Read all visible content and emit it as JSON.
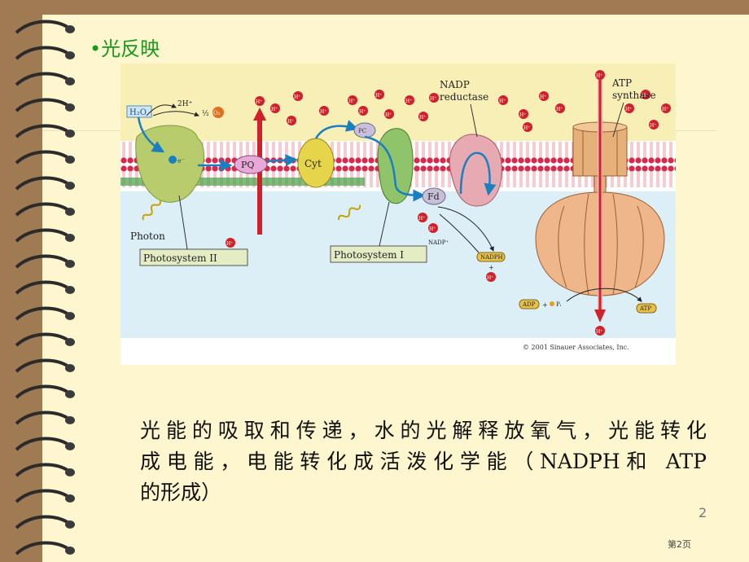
{
  "slide": {
    "title": "•光反映",
    "caption_line1": "光能的吸取和传递，水的光解释放氧气，光能转化",
    "caption_line2": "成电能，电能转化成活泼化学能（NADPH和 ATP",
    "caption_line3": "的形成）",
    "page_number": "2",
    "footer": "第2页"
  },
  "figure": {
    "h2o": "H₂O",
    "two_h": "2H⁺",
    "half": "½",
    "o2": "O₂",
    "photon": "Photon",
    "ps2": "Photosystem II",
    "ps1": "Photosystem I",
    "pq": "PQ",
    "cyt": "Cyt",
    "pc": "PC",
    "fd": "Fd",
    "nadp_reductase_1": "NADP",
    "nadp_reductase_2": "reductase",
    "atp_synthase_1": "ATP",
    "atp_synthase_2": "synthase",
    "nadp_plus": "NADP⁺",
    "nadph": "NADPH",
    "plus": "+",
    "adp": "ADP",
    "pi": "Pᵢ",
    "atp": "ATP",
    "hplus": "H⁺",
    "e": "e⁻",
    "copyright": "© 2001 Sinauer Associates, Inc."
  },
  "colors": {
    "title": "#1a9a1a",
    "background": "#fdf6cf",
    "border": "#a07a52"
  }
}
